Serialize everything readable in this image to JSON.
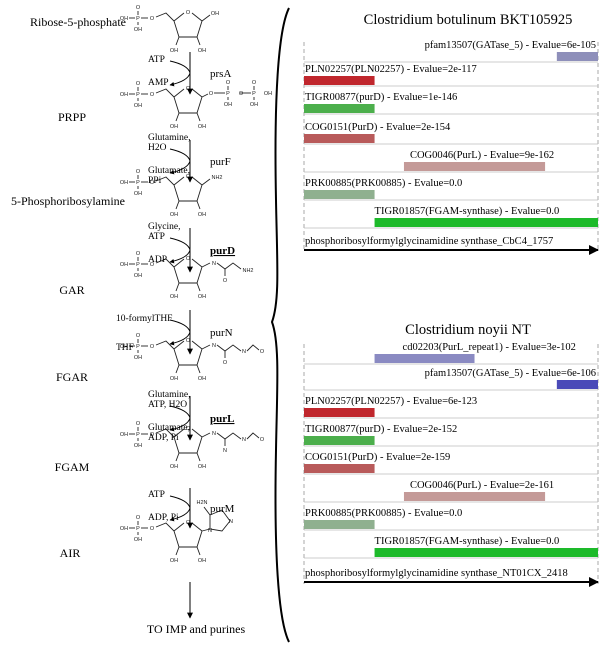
{
  "pathway": {
    "metabolites": [
      "Ribose-5-phosphate",
      "PRPP",
      "5-Phosphoribosylamine",
      "GAR",
      "FGAR",
      "FGAM",
      "AIR"
    ],
    "steps": [
      {
        "enzyme": "prsA",
        "underline": false,
        "in": [
          "ATP"
        ],
        "out": [
          "AMP"
        ]
      },
      {
        "enzyme": "purF",
        "underline": false,
        "in": [
          "Glutamine,",
          "H2O"
        ],
        "out": [
          "Glutamate,",
          "PPi"
        ]
      },
      {
        "enzyme": "purD",
        "underline": true,
        "in": [
          "Glycine,",
          "ATP"
        ],
        "out": [
          "ADP"
        ]
      },
      {
        "enzyme": "purN",
        "underline": false,
        "in": [
          "10-formylTHF"
        ],
        "out": [
          "THF"
        ]
      },
      {
        "enzyme": "purL",
        "underline": true,
        "in": [
          "Glutamine,",
          "ATP, H2O"
        ],
        "out": [
          "Glutamate,",
          "ADP, Pi"
        ]
      },
      {
        "enzyme": "purM",
        "underline": false,
        "in": [
          "ATP"
        ],
        "out": [
          "ADP, Pi"
        ]
      }
    ],
    "end_label": "TO IMP and purines"
  },
  "atoms": {
    "phosphorus": "P",
    "oxygen": "O",
    "hydroxyl": "OH",
    "carbonyl_o": "O",
    "amine_nh2": "NH2",
    "amide_nh": "N",
    "h2n": "H2N",
    "ring_n": "N"
  },
  "organisms": [
    {
      "title": "Clostridium botulinum BKT105925",
      "domains": [
        {
          "label": "pfam13507(GATase_5) - Evalue=6e-105",
          "color": "#8e8fba",
          "bar": [
            0.86,
            1.0
          ]
        },
        {
          "label": "PLN02257(PLN02257) - Evalue=2e-117",
          "color": "#c0272d",
          "bar": [
            0.0,
            0.24
          ]
        },
        {
          "label": "TIGR00877(purD) - Evalue=1e-146",
          "color": "#4caf4c",
          "bar": [
            0.0,
            0.24
          ]
        },
        {
          "label": "COG0151(PurD) - Evalue=2e-154",
          "color": "#b85a5a",
          "bar": [
            0.0,
            0.24
          ]
        },
        {
          "label": "COG0046(PurL) - Evalue=9e-162",
          "color": "#c49a98",
          "bar": [
            0.34,
            0.82
          ]
        },
        {
          "label": "PRK00885(PRK00885) - Evalue=0.0",
          "color": "#8fb08f",
          "bar": [
            0.0,
            0.24
          ]
        },
        {
          "label": "TIGR01857(FGAM-synthase) - Evalue=0.0",
          "color": "#1dba2a",
          "bar": [
            0.24,
            1.0
          ]
        }
      ],
      "gene": "phosphoribosylformylglycinamidine synthase_CbC4_1757"
    },
    {
      "title": "Clostridium noyii NT",
      "domains": [
        {
          "label": "cd02203(PurL_repeat1) - Evalue=3e-102",
          "color": "#8a8ac2",
          "bar": [
            0.24,
            0.58
          ]
        },
        {
          "label": "pfam13507(GATase_5) - Evalue=6e-106",
          "color": "#4a4ab8",
          "bar": [
            0.86,
            1.0
          ]
        },
        {
          "label": "PLN02257(PLN02257) - Evalue=6e-123",
          "color": "#c0272d",
          "bar": [
            0.0,
            0.24
          ]
        },
        {
          "label": "TIGR00877(purD) - Evalue=2e-152",
          "color": "#4caf4c",
          "bar": [
            0.0,
            0.24
          ]
        },
        {
          "label": "COG0151(PurD) - Evalue=2e-159",
          "color": "#b85a5a",
          "bar": [
            0.0,
            0.24
          ]
        },
        {
          "label": "COG0046(PurL) - Evalue=2e-161",
          "color": "#c49a98",
          "bar": [
            0.34,
            0.82
          ]
        },
        {
          "label": "PRK00885(PRK00885) - Evalue=0.0",
          "color": "#8fb08f",
          "bar": [
            0.0,
            0.24
          ]
        },
        {
          "label": "TIGR01857(FGAM-synthase) - Evalue=0.0",
          "color": "#1dba2a",
          "bar": [
            0.24,
            1.0
          ]
        }
      ],
      "gene": "phosphoribosylformylglycinamidine synthase_NT01CX_2418"
    }
  ]
}
